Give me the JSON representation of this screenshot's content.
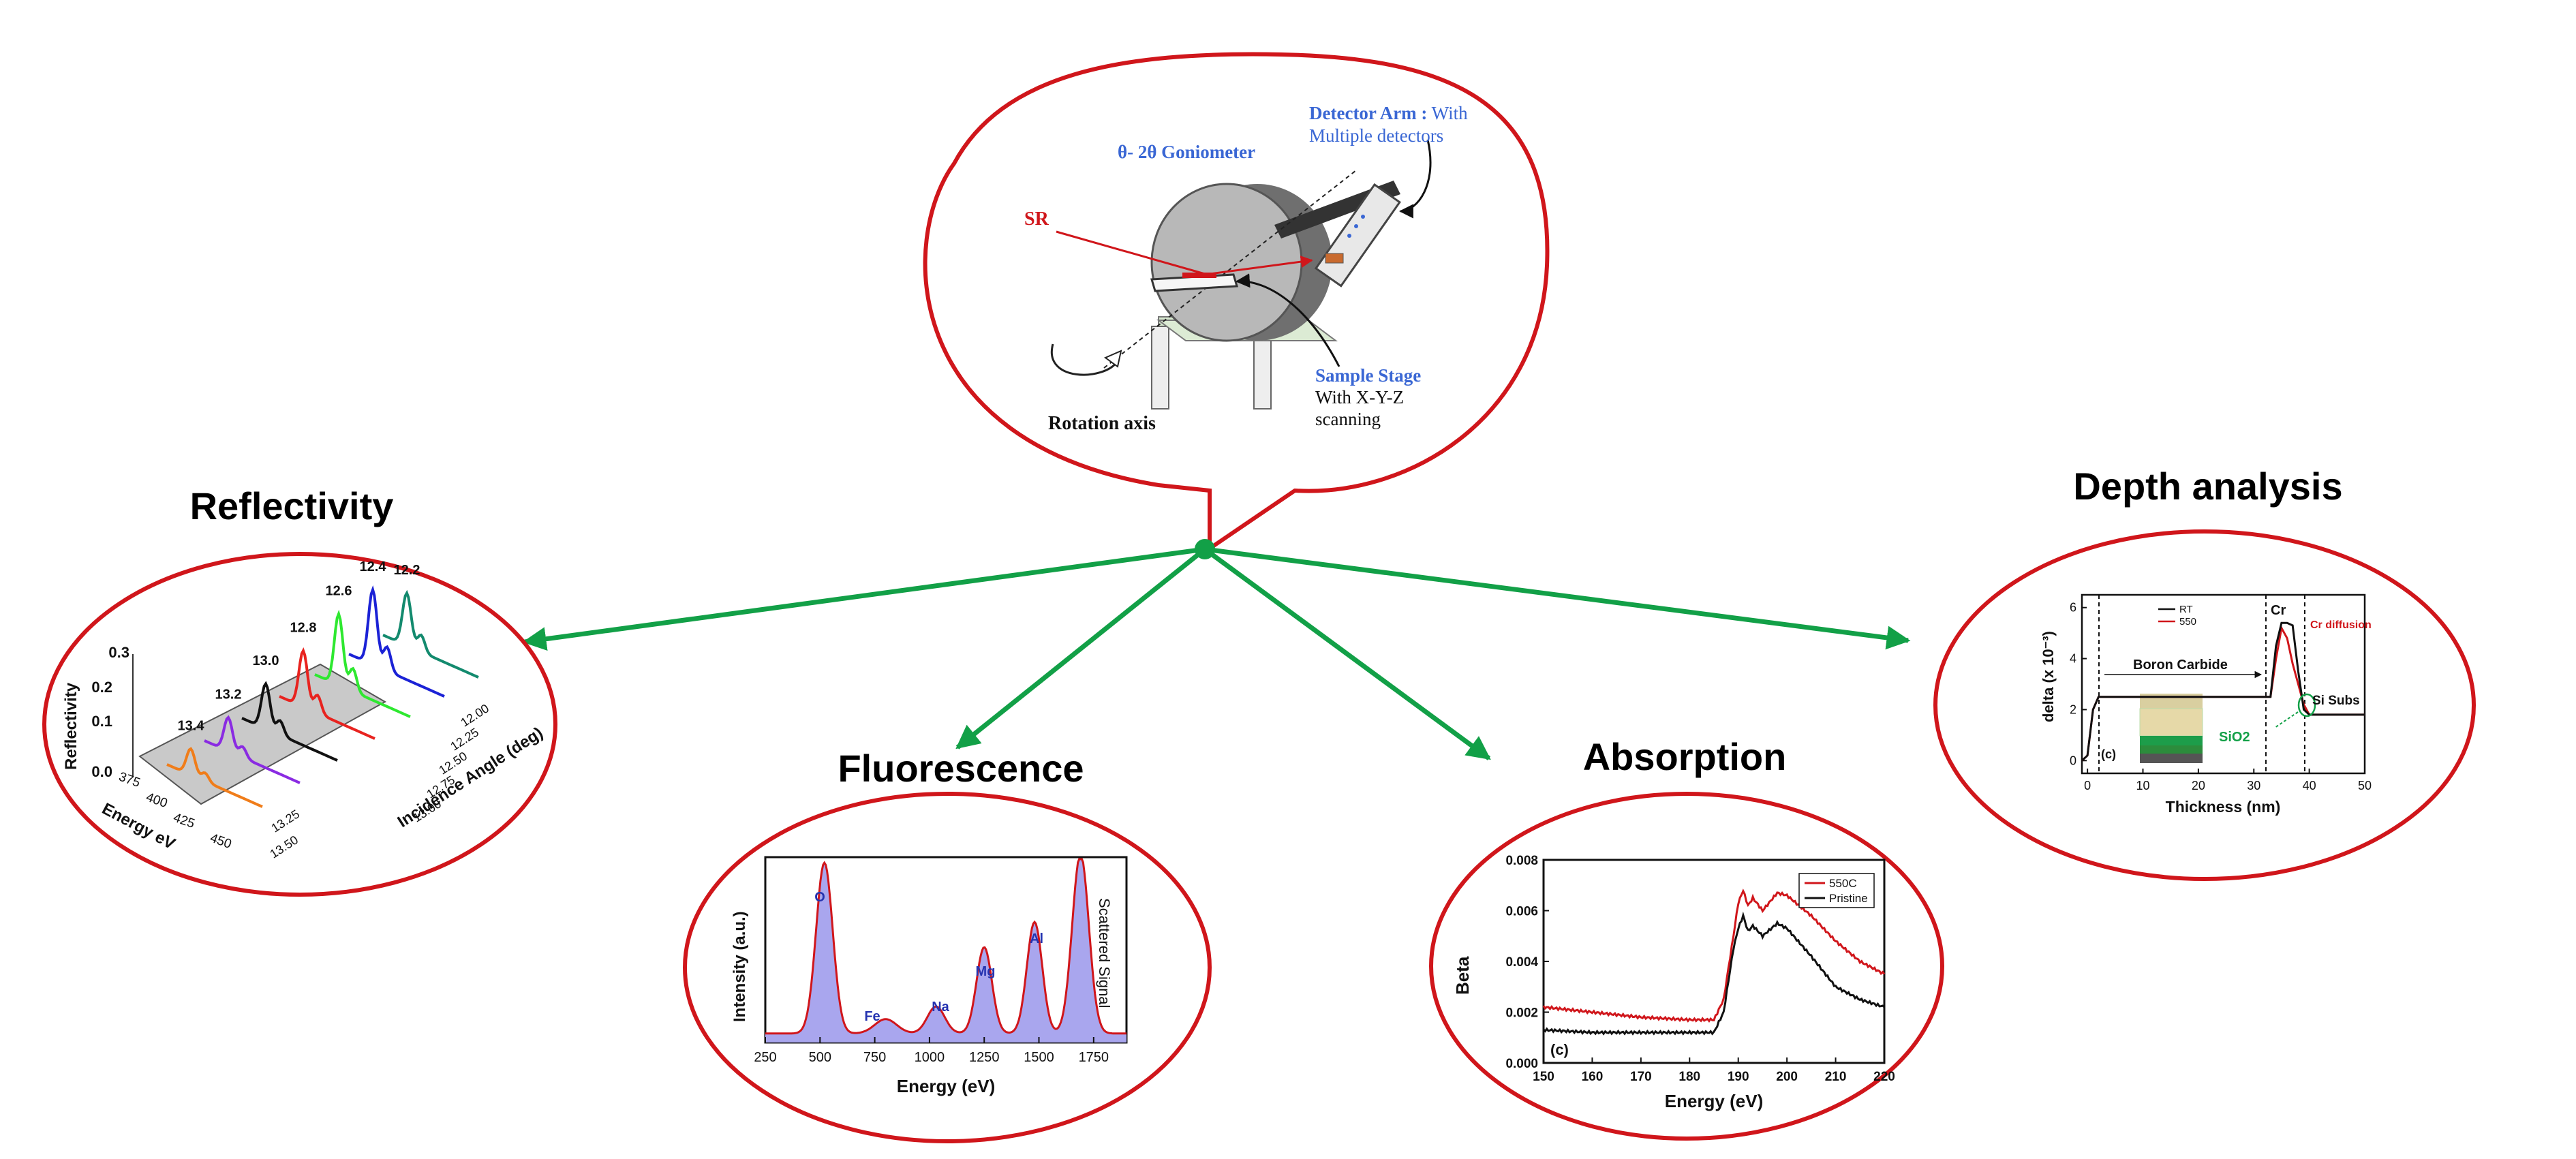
{
  "colors": {
    "ellipse": "#d0161b",
    "arrow": "#12a047",
    "blue": "#3a67d4",
    "red": "#d0161b"
  },
  "center": {
    "goniometer_label": "θ- 2θ Goniometer",
    "detector_label_bold": "Detector Arm :",
    "detector_label_rest1": " With",
    "detector_label_rest2": "Multiple detectors",
    "sr_label": "SR",
    "sample_stage_label": "Sample Stage",
    "sample_stage_sub1": "With X-Y-Z",
    "sample_stage_sub2": "scanning",
    "rotation_axis_label": "Rotation axis"
  },
  "titles": {
    "reflectivity": "Reflectivity",
    "fluorescence": "Fluorescence",
    "absorption": "Absorption",
    "depth": "Depth analysis"
  },
  "reflectivity": {
    "z_label": "Reflectivity",
    "z_ticks": [
      "0.0",
      "0.1",
      "0.2",
      "0.3"
    ],
    "x_label": "Energy eV",
    "x_ticks": [
      "375",
      "400",
      "425",
      "450"
    ],
    "y_label": "Incidence Angle (deg)",
    "y_ticks": [
      "12.00",
      "12.25",
      "12.50",
      "12.75",
      "13.00",
      "13.25",
      "13.50"
    ],
    "peak_labels": [
      "13.4",
      "13.2",
      "13.0",
      "12.8",
      "12.6",
      "12.4",
      "12.2"
    ],
    "series_colors": [
      "#f07d1a",
      "#8a2be2",
      "#111111",
      "#e8231f",
      "#2ee830",
      "#1b22d6",
      "#138a6e"
    ]
  },
  "fluorescence": {
    "ylabel": "Intensity (a.u.)",
    "xlabel": "Energy (eV)",
    "x_ticks": [
      "250",
      "500",
      "750",
      "1000",
      "1250",
      "1500",
      "1750"
    ],
    "right_label": "Scattered Signal",
    "peak_labels": [
      "O",
      "Fe",
      "Na",
      "Mg",
      "Al"
    ]
  },
  "chart_data": [
    {
      "type": "line",
      "title": "Absorption",
      "xlabel": "Energy (eV)",
      "ylabel": "Beta",
      "xlim": [
        150,
        220
      ],
      "ylim": [
        0,
        0.008
      ],
      "x_ticks": [
        "150",
        "160",
        "170",
        "180",
        "190",
        "200",
        "210",
        "220"
      ],
      "y_ticks": [
        "0.000",
        "0.002",
        "0.004",
        "0.006",
        "0.008"
      ],
      "panel_label": "(c)",
      "legend_position": "top-right",
      "series": [
        {
          "name": "550C",
          "color": "#d0161b",
          "x": [
            150,
            160,
            170,
            180,
            185,
            187,
            189,
            190,
            191,
            192,
            193,
            195,
            198,
            200,
            205,
            210,
            215,
            220
          ],
          "y": [
            0.0022,
            0.002,
            0.0018,
            0.0017,
            0.0017,
            0.0025,
            0.005,
            0.0063,
            0.0068,
            0.0062,
            0.0065,
            0.006,
            0.0067,
            0.0066,
            0.0058,
            0.0048,
            0.004,
            0.0035
          ]
        },
        {
          "name": "Pristine",
          "color": "#111111",
          "x": [
            150,
            160,
            170,
            180,
            185,
            187,
            189,
            190,
            191,
            192,
            193,
            195,
            198,
            200,
            205,
            210,
            215,
            220
          ],
          "y": [
            0.0013,
            0.0012,
            0.0012,
            0.0012,
            0.0012,
            0.002,
            0.0045,
            0.0053,
            0.0058,
            0.0052,
            0.0054,
            0.005,
            0.0055,
            0.0053,
            0.0042,
            0.003,
            0.0025,
            0.0022
          ]
        }
      ]
    },
    {
      "type": "line",
      "title": "Depth analysis",
      "xlabel": "Thickness (nm)",
      "ylabel": "delta (x 10⁻³)",
      "xlim": [
        -1,
        50
      ],
      "ylim": [
        -0.5,
        6.5
      ],
      "x_ticks": [
        "0",
        "10",
        "20",
        "30",
        "40",
        "50"
      ],
      "y_ticks": [
        "0",
        "2",
        "4",
        "6"
      ],
      "panel_label": "(c)",
      "legend_position": "top-left",
      "annotations": [
        "Boron Carbide",
        "Cr",
        "Cr diffusion",
        "Si Subs",
        "SiO2"
      ],
      "series": [
        {
          "name": "RT",
          "color": "#111111",
          "x": [
            -1,
            0,
            1,
            2,
            3,
            33,
            34,
            35,
            36,
            37,
            38,
            39,
            40,
            41,
            50
          ],
          "y": [
            0,
            0.2,
            2.0,
            2.5,
            2.5,
            2.5,
            4.5,
            5.4,
            5.4,
            5.3,
            3.5,
            2.0,
            1.8,
            1.8,
            1.8
          ]
        },
        {
          "name": "550",
          "color": "#d0161b",
          "x": [
            -1,
            0,
            1,
            2,
            3,
            33,
            34,
            35,
            36,
            37,
            38,
            39,
            40,
            41,
            50
          ],
          "y": [
            0,
            0.2,
            2.0,
            2.5,
            2.5,
            2.5,
            4.0,
            5.2,
            4.8,
            3.8,
            3.0,
            2.2,
            1.8,
            1.8,
            1.8
          ]
        }
      ]
    }
  ]
}
